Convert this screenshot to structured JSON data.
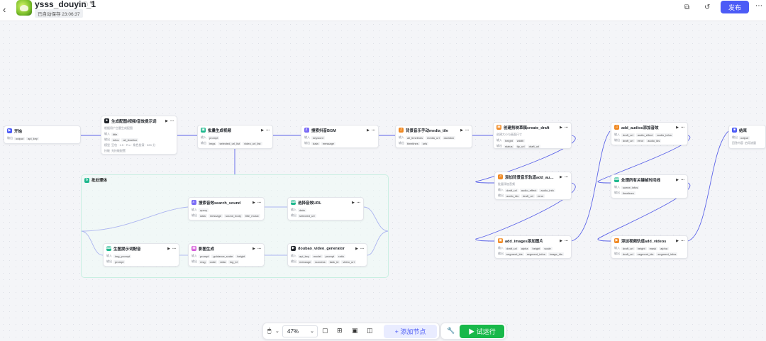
{
  "header": {
    "app_title": "ysss_douyin_1",
    "autosave": "已自动保存 23:06:37",
    "publish_label": "发布"
  },
  "colors": {
    "accent": "#4c5bf6",
    "run": "#18b84a",
    "wire": "#5b63e8"
  },
  "nodes": {
    "start": {
      "title": "开始",
      "r1": [
        "输出",
        "output",
        "api_key"
      ]
    },
    "gen_sub": {
      "title": "生成配图/视频/音效提示词",
      "desc": "根据用户主题生成配图",
      "r1": [
        "输入",
        "title"
      ],
      "r2": [
        "输出",
        "infos",
        "all_timeline"
      ],
      "r3": [
        "模型",
        "豆包 · 1.5 · Pro · 角色扮演 · 32K 分"
      ],
      "r4": [
        "技能",
        "无技能配置"
      ]
    },
    "batch_video": {
      "title": "批量生成视频",
      "r1": [
        "输入",
        "prompt"
      ],
      "r2": [
        "输出",
        "imgs",
        "selected_url_list",
        "video_url_list"
      ]
    },
    "search_bgm": {
      "title": "搜索抖音BGM",
      "r1": [
        "输入",
        "keyword"
      ],
      "r2": [
        "输出",
        "data",
        "message"
      ]
    },
    "bgm_media": {
      "title": "背景音乐手动media_tile",
      "r1": [
        "输入",
        "all_timelines",
        "media_url",
        "duration"
      ],
      "r2": [
        "输出",
        "timelines",
        "urls"
      ]
    },
    "create_draft": {
      "title": "创建剪映草稿create_draft",
      "desc": "创建大小与画面尺寸",
      "r1": [
        "输入",
        "height",
        "width"
      ],
      "r2": [
        "输出",
        "status",
        "tip_url",
        "draft_url"
      ]
    },
    "add_audios_bgm": {
      "title": "添加背景音乐轨道add_audios",
      "desc": "批量添加音频",
      "r1": [
        "输入",
        "draft_url",
        "audio_effect",
        "audio_info"
      ],
      "r2": [
        "输出",
        "audio_ids",
        "draft_url",
        "error"
      ]
    },
    "add_images": {
      "title": "add_images添加图片",
      "r1": [
        "输入",
        "draft_url",
        "alpha",
        "height",
        "scale"
      ],
      "r2": [
        "输出",
        "segment_ids",
        "segment_infos",
        "image_ids"
      ]
    },
    "add_audios_sfx": {
      "title": "add_audios添加音效",
      "r1": [
        "输入",
        "draft_url",
        "audio_effect",
        "audio_infos"
      ],
      "r2": [
        "输出",
        "draft_url",
        "error",
        "audio_ids"
      ]
    },
    "keyframe": {
      "title": "处理所有关键帧时间线",
      "r1": [
        "输入",
        "scene_infos"
      ],
      "r2": [
        "输出",
        "timelines"
      ]
    },
    "add_videos": {
      "title": "添加视频轨道add_videos",
      "r1": [
        "输入",
        "draft_url",
        "height",
        "mask",
        "alpha"
      ],
      "r2": [
        "输出",
        "draft_url",
        "segment_ids",
        "segment_infos"
      ]
    },
    "end": {
      "title": "结束",
      "r1": [
        "输出",
        "output"
      ],
      "r2": [
        "回答内容",
        "启用流量"
      ]
    },
    "search_sound": {
      "title": "搜索音效search_sound",
      "r1": [
        "输入",
        "query"
      ],
      "r2": [
        "输出",
        "data",
        "message",
        "sound_body",
        "title_music"
      ]
    },
    "pick_url": {
      "title": "选择音效URL",
      "r1": [
        "输入",
        "data"
      ],
      "r2": [
        "输出",
        "selected_url"
      ]
    },
    "gen_prompt": {
      "title": "生图提示词配音",
      "r1": [
        "输入",
        "img_prompt"
      ],
      "r2": [
        "输出",
        "prompt"
      ]
    },
    "gen_image": {
      "title": "影图生成",
      "r1": [
        "输入",
        "prompt",
        "guidance_scale",
        "height"
      ],
      "r2": [
        "输出",
        "msg",
        "code",
        "data",
        "log_id"
      ]
    },
    "doubao": {
      "title": "doubao_video_generator",
      "r1": [
        "输入",
        "api_key",
        "model",
        "prompt",
        "ratio"
      ],
      "r2": [
        "输出",
        "message",
        "success",
        "task_id",
        "video_url"
      ]
    }
  },
  "group": {
    "title": "批处理体"
  },
  "toolbar": {
    "zoom": "47%",
    "add_node": "添加节点",
    "run": "试运行"
  }
}
